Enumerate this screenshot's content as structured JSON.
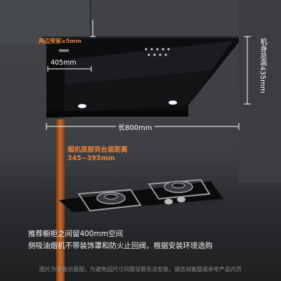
{
  "dimensions": {
    "side_gap": "两边预留≥5mm",
    "depth": "405mm",
    "length": "长800mm",
    "height": "机身总高435mm",
    "install_height_title": "烟机底部到台面距离",
    "install_height_value": "345~395mm"
  },
  "notes": {
    "line1": "推荐橱柜之间留400mm空间",
    "line2": "侧吸油烟机不带装饰罩和防火止回阀，根据安装环境选购"
  },
  "disclaimer": "图片为安装示意图，为避免因尺寸问题导致无法安装，请咨询客服或参考产品内页",
  "colors": {
    "accent": "#e8833a",
    "dimension_line": "#ffffff",
    "hood": "#0d0d0f"
  }
}
